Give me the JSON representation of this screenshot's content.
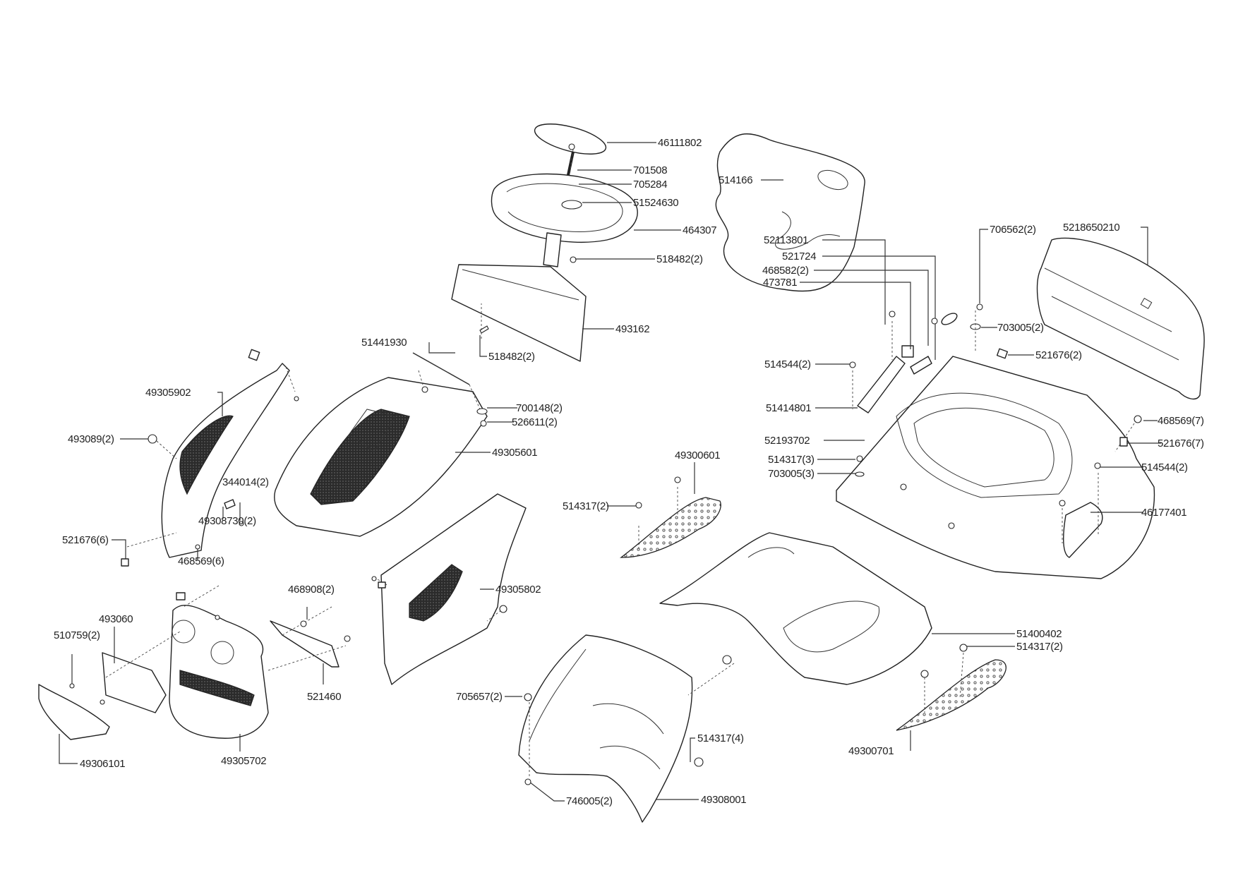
{
  "diagram": {
    "title": "Exploded parts diagram - body panels, seat, steering wheel",
    "colors": {
      "line": "#222222",
      "background": "#ffffff"
    },
    "parts": [
      {
        "id": "46111802",
        "label": "46111802",
        "part": "steering wheel cap"
      },
      {
        "id": "701508",
        "label": "701508",
        "part": "bolt"
      },
      {
        "id": "705284",
        "label": "705284",
        "part": "washer"
      },
      {
        "id": "51524630",
        "label": "51524630",
        "part": "hub insert"
      },
      {
        "id": "464307",
        "label": "464307",
        "part": "steering wheel"
      },
      {
        "id": "518482a",
        "label": "518482(2)",
        "part": "screw"
      },
      {
        "id": "493162",
        "label": "493162",
        "part": "dash panel"
      },
      {
        "id": "518482b",
        "label": "518482(2)",
        "part": "screw"
      },
      {
        "id": "514166",
        "label": "514166",
        "part": "seat"
      },
      {
        "id": "52113801",
        "label": "52113801",
        "part": "plug"
      },
      {
        "id": "521724",
        "label": "521724",
        "part": "switch bezel"
      },
      {
        "id": "468582",
        "label": "468582(2)",
        "part": "screw"
      },
      {
        "id": "473781",
        "label": "473781",
        "part": "switch"
      },
      {
        "id": "706562",
        "label": "706562(2)",
        "part": "screw"
      },
      {
        "id": "5218650210",
        "label": "5218650210",
        "part": "rear bag cover"
      },
      {
        "id": "703005a",
        "label": "703005(2)",
        "part": "washer"
      },
      {
        "id": "521676a",
        "label": "521676(2)",
        "part": "clip nut"
      },
      {
        "id": "514544a",
        "label": "514544(2)",
        "part": "screw"
      },
      {
        "id": "51414801",
        "label": "51414801",
        "part": "lever trim"
      },
      {
        "id": "52193702",
        "label": "52193702",
        "part": "rear body"
      },
      {
        "id": "514317a",
        "label": "514317(3)",
        "part": "screw"
      },
      {
        "id": "703005b",
        "label": "703005(3)",
        "part": "washer"
      },
      {
        "id": "468569a",
        "label": "468569(7)",
        "part": "screw"
      },
      {
        "id": "521676b",
        "label": "521676(7)",
        "part": "clip nut"
      },
      {
        "id": "514544b",
        "label": "514544(2)",
        "part": "screw"
      },
      {
        "id": "46177401",
        "label": "46177401",
        "part": "fender flap"
      },
      {
        "id": "51441930",
        "label": "51441930",
        "part": "hood rod"
      },
      {
        "id": "700148",
        "label": "700148(2)",
        "part": "washer"
      },
      {
        "id": "526611",
        "label": "526611(2)",
        "part": "screw"
      },
      {
        "id": "49305601",
        "label": "49305601",
        "part": "hood"
      },
      {
        "id": "49305902",
        "label": "49305902",
        "part": "left side panel"
      },
      {
        "id": "493089",
        "label": "493089(2)",
        "part": "grommet"
      },
      {
        "id": "344014",
        "label": "344014(2)",
        "part": "screw"
      },
      {
        "id": "49308730",
        "label": "49308730(2)",
        "part": "bracket"
      },
      {
        "id": "521676c",
        "label": "521676(6)",
        "part": "clip nut"
      },
      {
        "id": "468569b",
        "label": "468569(6)",
        "part": "screw"
      },
      {
        "id": "49300601",
        "label": "49300601",
        "part": "left foot plate"
      },
      {
        "id": "514317b",
        "label": "514317(2)",
        "part": "screw"
      },
      {
        "id": "468908",
        "label": "468908(2)",
        "part": "screw"
      },
      {
        "id": "49305802",
        "label": "49305802",
        "part": "right side panel"
      },
      {
        "id": "493060",
        "label": "493060",
        "part": "headlight lens"
      },
      {
        "id": "510759",
        "label": "510759(2)",
        "part": "screw"
      },
      {
        "id": "521460",
        "label": "521460",
        "part": "bracket"
      },
      {
        "id": "49306101",
        "label": "49306101",
        "part": "bumper trim"
      },
      {
        "id": "49305702",
        "label": "49305702",
        "part": "front grille"
      },
      {
        "id": "705657",
        "label": "705657(2)",
        "part": "nut"
      },
      {
        "id": "514317c",
        "label": "514317(4)",
        "part": "screw"
      },
      {
        "id": "746005",
        "label": "746005(2)",
        "part": "screw"
      },
      {
        "id": "49308001",
        "label": "49308001",
        "part": "footwell"
      },
      {
        "id": "51400402",
        "label": "51400402",
        "part": "floor panel"
      },
      {
        "id": "514317d",
        "label": "514317(2)",
        "part": "screw"
      },
      {
        "id": "49300701",
        "label": "49300701",
        "part": "right foot plate"
      }
    ]
  }
}
